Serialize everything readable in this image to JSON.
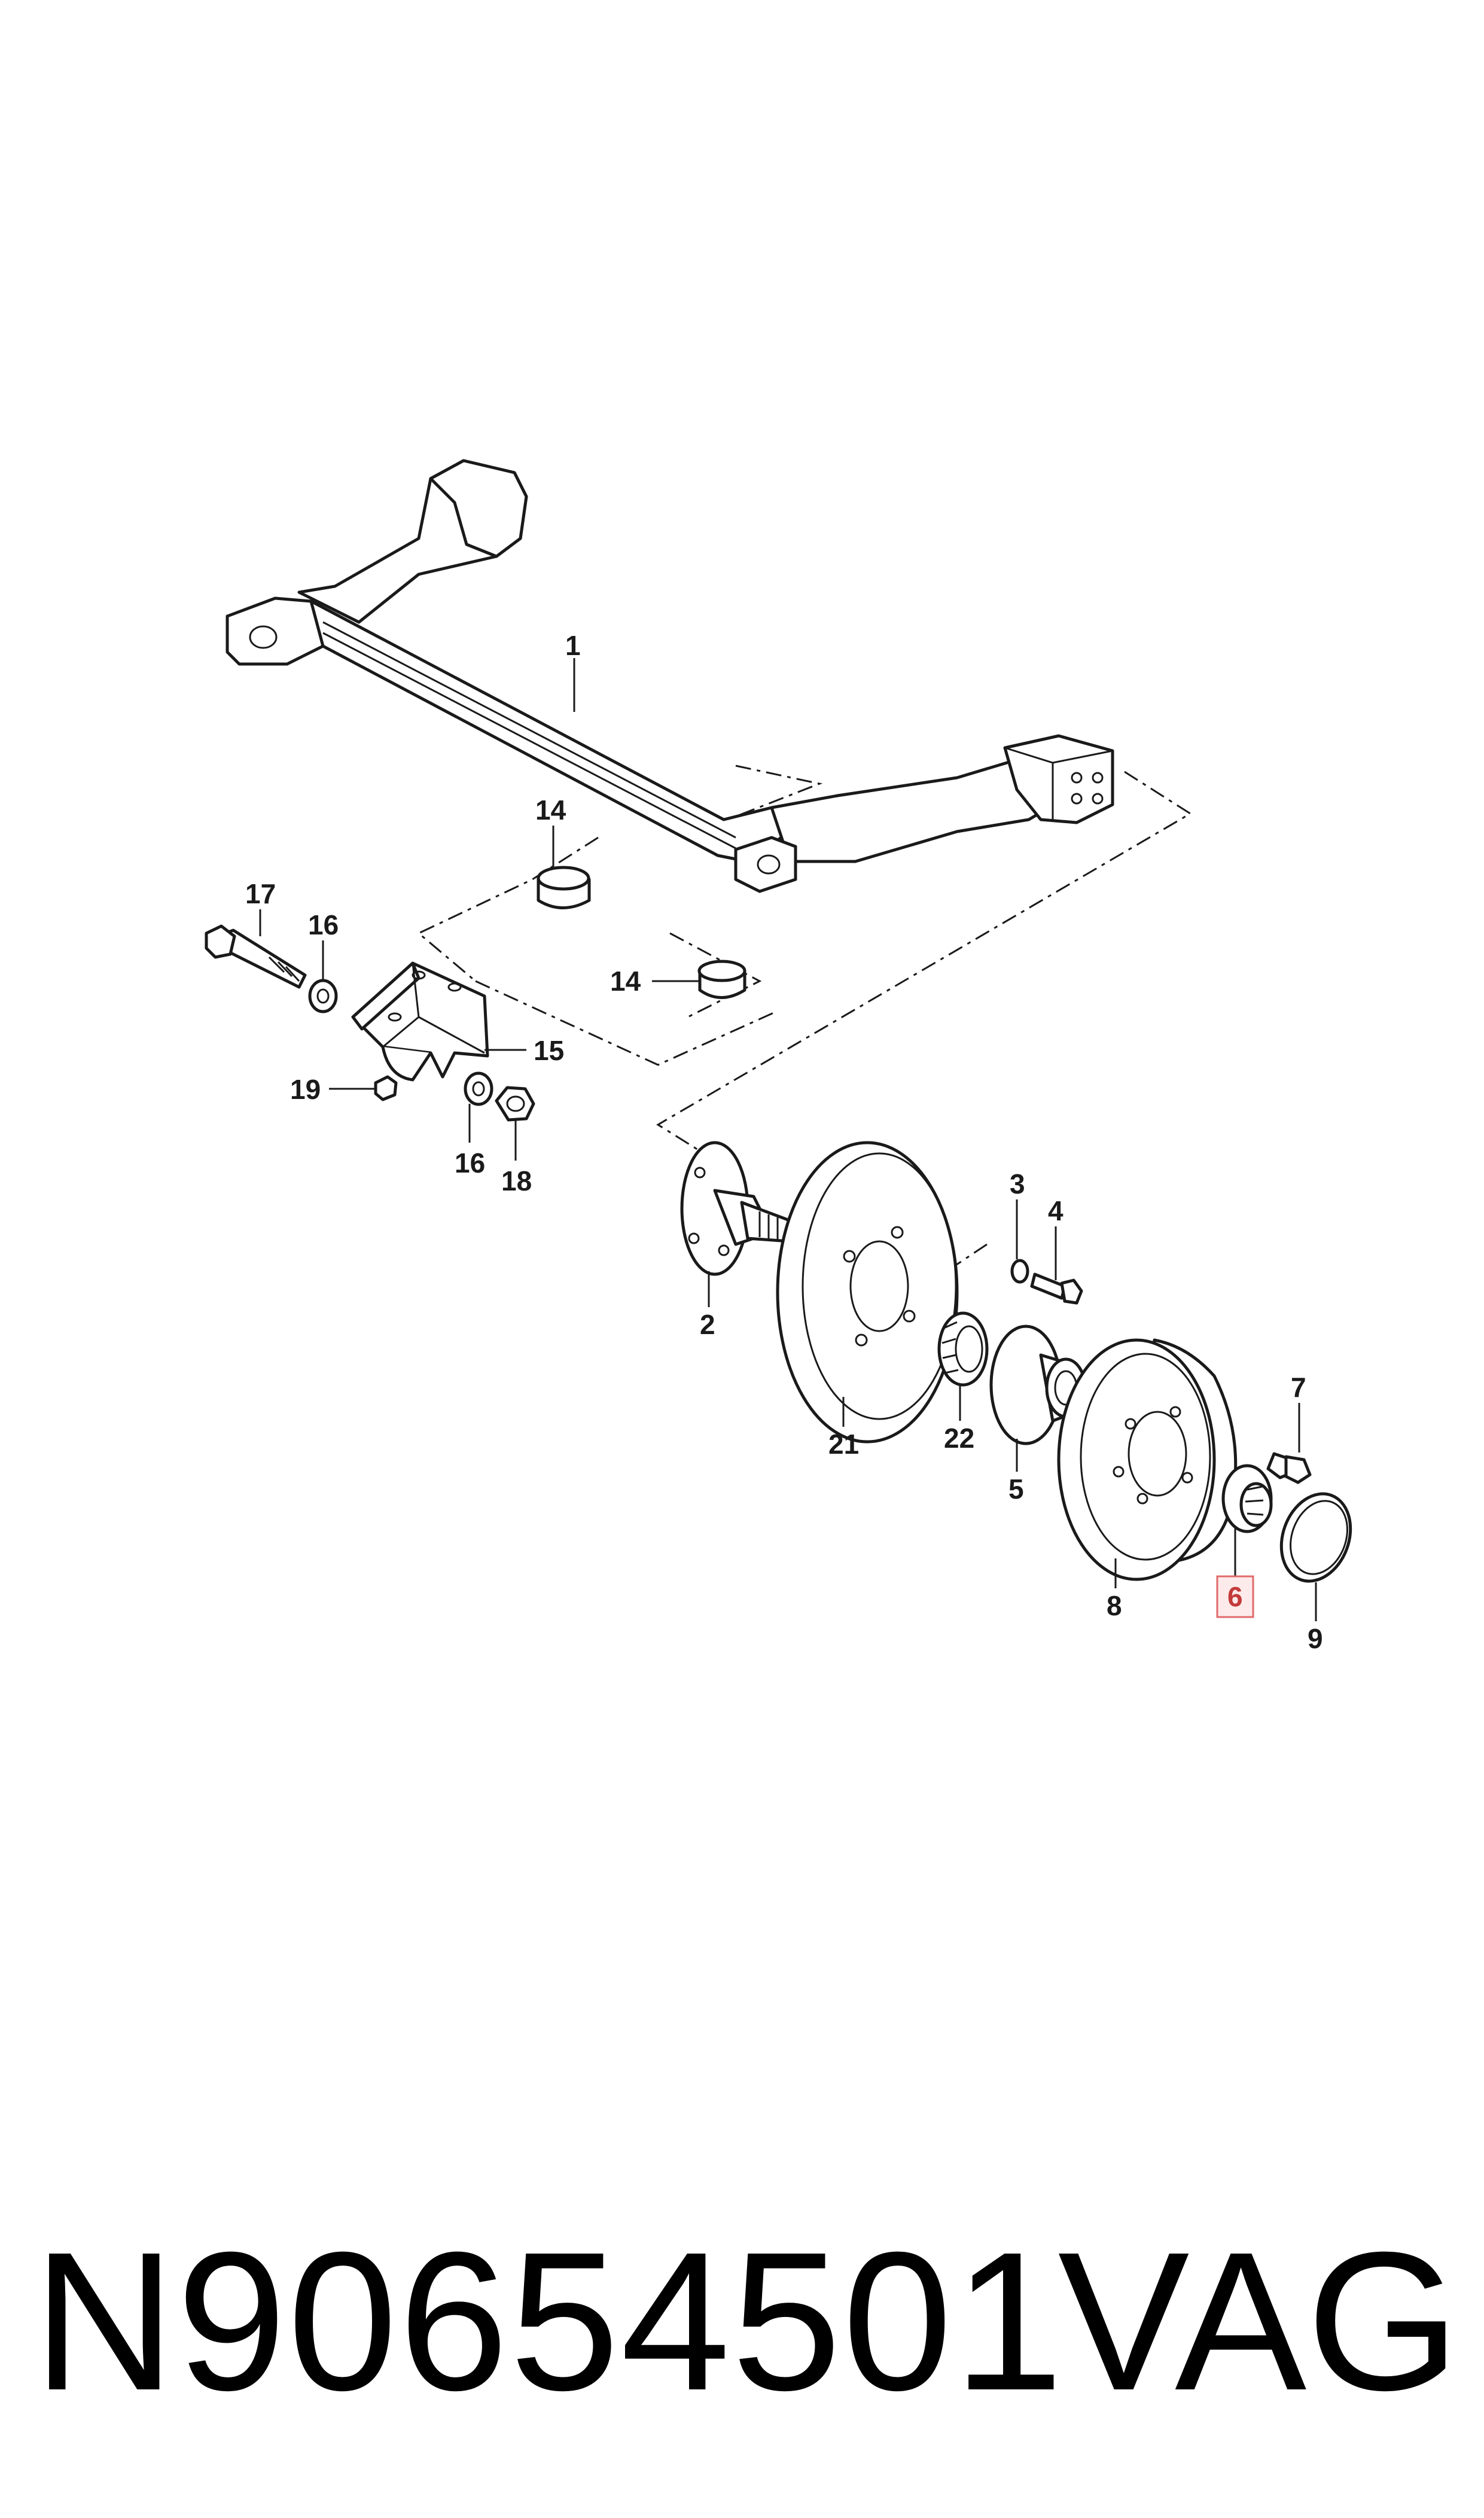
{
  "diagram": {
    "callouts": {
      "c1": "1",
      "c2": "2",
      "c3": "3",
      "c4": "4",
      "c5": "5",
      "c6": "6",
      "c7": "7",
      "c8": "8",
      "c9": "9",
      "c14a": "14",
      "c14b": "14",
      "c15": "15",
      "c16a": "16",
      "c16b": "16",
      "c17": "17",
      "c18": "18",
      "c19": "19",
      "c21": "21",
      "c22": "22"
    },
    "highlighted_callout": "6",
    "highlight_color": "#e06a6a"
  },
  "footer": {
    "part_number": "N90654501",
    "brand": "VAG"
  }
}
